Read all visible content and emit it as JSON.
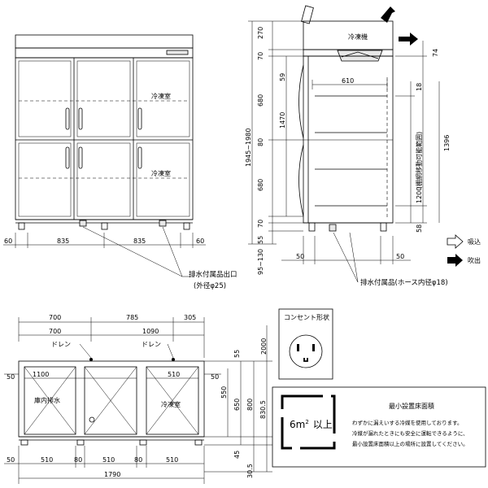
{
  "front_view": {
    "room_labels": [
      "冷凍室",
      "冷凍室"
    ],
    "bottom_dims": [
      "60",
      "835",
      "835",
      "60"
    ],
    "drain_label": "排水付属品出口",
    "drain_sub": "(外径φ25)"
  },
  "side_view": {
    "left_dims": [
      "270",
      "70",
      "680",
      "80",
      "680",
      "70",
      "55",
      "95~130"
    ],
    "left_total": "1945~1980",
    "inner_dims": [
      "59",
      "1470"
    ],
    "right_dims": [
      "74",
      "18",
      "1396",
      "1200",
      "58"
    ],
    "right_range": "(棚網移動可能範囲)",
    "depth": "610",
    "bottom_dims": [
      "50",
      "50"
    ],
    "unit_label": "冷凍機",
    "drain_label": "排水付属品(ホース内径φ18)"
  },
  "legend": {
    "intake": "吸込",
    "exhaust": "吹出"
  },
  "plan_view": {
    "top_dims_1": [
      "700",
      "785",
      "305"
    ],
    "top_dims_2": [
      "700",
      "1090"
    ],
    "drain_labels": [
      "ドレン",
      "ドレン"
    ],
    "right_dims": [
      "2000",
      "55",
      "550",
      "650",
      "800",
      "830.5",
      "45",
      "30.5"
    ],
    "left_dims": [
      "50",
      "50",
      "50"
    ],
    "inner_dims": [
      "1100",
      "510"
    ],
    "room_labels": [
      "庫内排水",
      "冷凍室"
    ],
    "bottom_dims": [
      "510",
      "80",
      "510",
      "80",
      "510"
    ],
    "total_width": "1790"
  },
  "outlet": {
    "title": "コンセント形状"
  },
  "area_box": {
    "title": "最小設置床面積",
    "area_main": "6m",
    "area_sup": "2",
    "area_tail": "以上",
    "lines": [
      "わずかに漏えいする冷媒を使用しております。",
      "冷媒が漏れたときにも安全に運転できるように、",
      "最小設置床面積以上の場所に設置してください。"
    ]
  }
}
